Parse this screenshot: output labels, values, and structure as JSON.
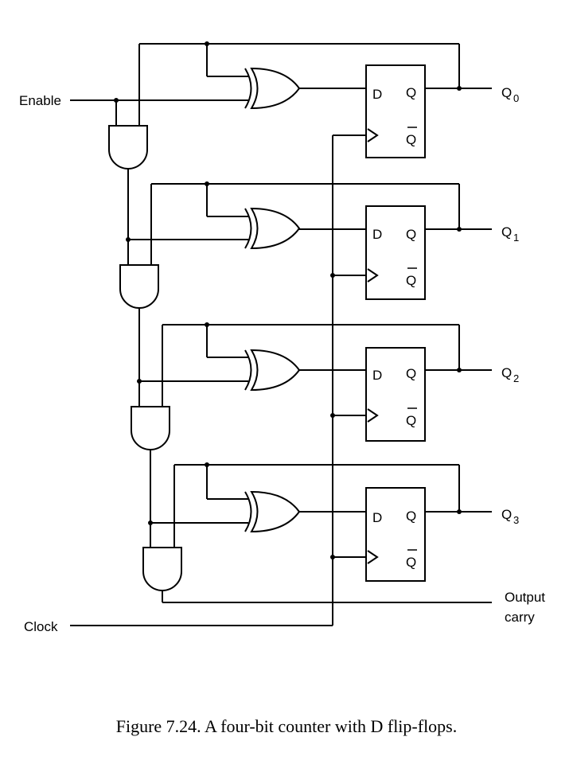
{
  "inputs": {
    "enable": "Enable",
    "clock": "Clock"
  },
  "flip_flop": {
    "d": "D",
    "q": "Q",
    "q_bar": "Q"
  },
  "outputs": [
    {
      "label": "Q",
      "index": "0"
    },
    {
      "label": "Q",
      "index": "1"
    },
    {
      "label": "Q",
      "index": "2"
    },
    {
      "label": "Q",
      "index": "3"
    }
  ],
  "carry": {
    "line1": "Output",
    "line2": "carry"
  },
  "caption": "Figure 7.24.  A four-bit counter with D flip-flops."
}
